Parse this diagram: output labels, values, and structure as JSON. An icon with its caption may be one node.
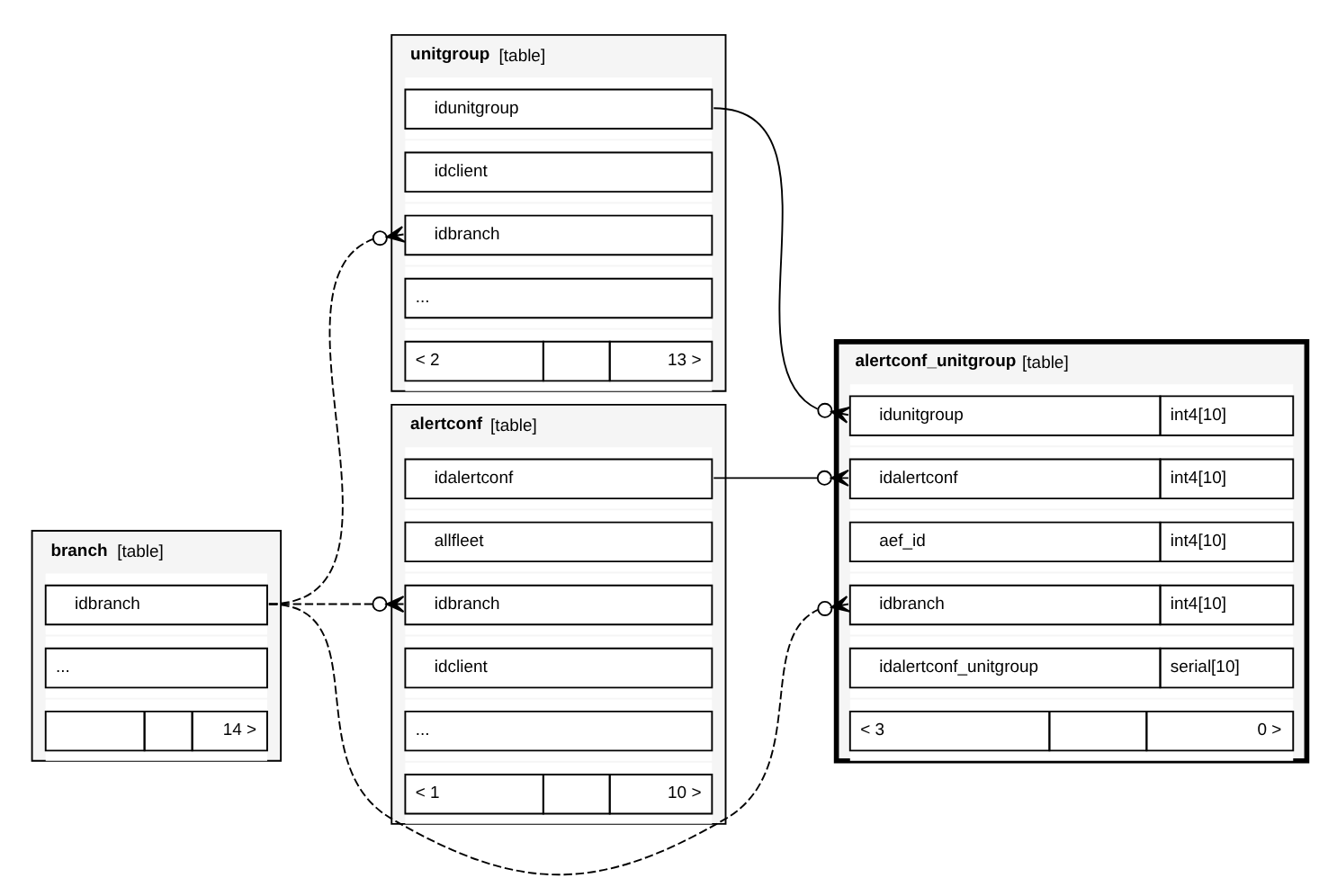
{
  "diagram": {
    "nodes": [
      {
        "text": [
          "unitgroup",
          "[table]"
        ]
      },
      {
        "text": [
          "idunitgroup"
        ],
        "in": 0
      },
      {
        "text": [
          "idclient"
        ],
        "in": 0
      },
      {
        "text": [
          "idbranch"
        ],
        "in": 0
      },
      {
        "text": [
          "..."
        ],
        "in": 0
      },
      {
        "text": [
          "< 2",
          "13 >"
        ],
        "in": 0
      },
      {
        "text": [
          "alertconf",
          "[table]"
        ]
      },
      {
        "text": [
          "idalertconf"
        ],
        "in": 6
      },
      {
        "text": [
          "allfleet"
        ],
        "in": 6
      },
      {
        "text": [
          "idbranch"
        ],
        "in": 6
      },
      {
        "text": [
          "idclient"
        ],
        "in": 6
      },
      {
        "text": [
          "..."
        ],
        "in": 6
      },
      {
        "text": [
          "< 1",
          "10 >"
        ],
        "in": 6
      },
      {
        "text": [
          "alertconf_unitgroup",
          "[table]"
        ]
      },
      {
        "text": [
          "idunitgroup",
          "int4[10]"
        ],
        "in": 13
      },
      {
        "text": [
          "idalertconf",
          "int4[10]"
        ],
        "in": 13
      },
      {
        "text": [
          "aef_id",
          "int4[10]"
        ],
        "in": 13
      },
      {
        "text": [
          "idbranch",
          "int4[10]"
        ],
        "in": 13
      },
      {
        "text": [
          "idalertconf_unitgroup",
          "serial[10]"
        ],
        "in": 13
      },
      {
        "text": [
          "< 3",
          "0 >"
        ],
        "in": 13
      },
      {
        "text": [
          "branch",
          "[table]"
        ]
      },
      {
        "text": [
          "idbranch"
        ],
        "in": 20
      },
      {
        "text": [
          "..."
        ],
        "in": 20
      },
      {
        "text": [
          "14 >"
        ],
        "in": 20
      }
    ],
    "edges": [
      {
        "from": 1,
        "to": 14,
        "arrow": "other"
      },
      {
        "from": 7,
        "to": 15,
        "arrow": "other"
      },
      {
        "from": 21,
        "to": 3,
        "arrow": "other",
        "style": "dashed"
      },
      {
        "from": 21,
        "to": 9,
        "arrow": "other",
        "style": "dashed"
      },
      {
        "from": 21,
        "to": 17,
        "arrow": "other",
        "style": "dashed"
      }
    ]
  }
}
